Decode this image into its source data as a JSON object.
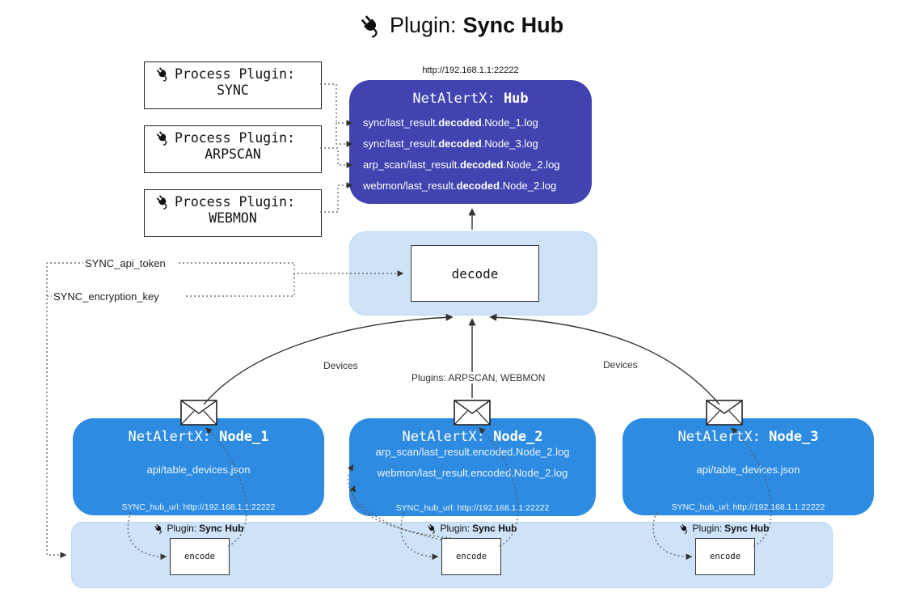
{
  "title": {
    "prefix": "Plugin:",
    "name": "Sync Hub"
  },
  "process_plugins": [
    {
      "label": "Process Plugin:",
      "name": "SYNC"
    },
    {
      "label": "Process Plugin:",
      "name": "ARPSCAN"
    },
    {
      "label": "Process Plugin:",
      "name": "WEBMON"
    }
  ],
  "hub": {
    "url": "http://192.168.1.1:22222",
    "title_prefix": "NetAlertX:",
    "title_name": "Hub",
    "lines": [
      {
        "pre": "sync/last_result.",
        "bold": "decoded",
        "post": ".Node_1.log"
      },
      {
        "pre": "sync/last_result.",
        "bold": "decoded",
        "post": ".Node_3.log"
      },
      {
        "pre": "arp_scan/last_result.",
        "bold": "decoded",
        "post": ".Node_2.log"
      },
      {
        "pre": "webmon/last_result.",
        "bold": "decoded",
        "post": ".Node_2.log"
      }
    ]
  },
  "decode_label": "decode",
  "keys": [
    {
      "label": "SYNC_api_token"
    },
    {
      "label": "SYNC_encryption_key"
    }
  ],
  "edge_labels": {
    "left": "Devices",
    "center": "Plugins: ARPSCAN, WEBMON",
    "right": "Devices"
  },
  "nodes": [
    {
      "title_prefix": "NetAlertX:",
      "title_name": "Node_1",
      "lines": [
        "api/table_devices.json"
      ],
      "footer": "SYNC_hub_url: http://192.168.1.1:22222"
    },
    {
      "title_prefix": "NetAlertX:",
      "title_name": "Node_2",
      "lines": [
        "arp_scan/last_result.encoded.Node_2.log",
        "webmon/last_result.encoded.Node_2.log"
      ],
      "footer": "SYNC_hub_url: http://192.168.1.1:22222"
    },
    {
      "title_prefix": "NetAlertX:",
      "title_name": "Node_3",
      "lines": [
        "api/table_devices.json"
      ],
      "footer": "SYNC_hub_url: http://192.168.1.1:22222"
    }
  ],
  "encode_groups": [
    {
      "plugin_prefix": "Plugin:",
      "plugin_name": "Sync Hub",
      "box_label": "encode"
    },
    {
      "plugin_prefix": "Plugin:",
      "plugin_name": "Sync Hub",
      "box_label": "encode"
    },
    {
      "plugin_prefix": "Plugin:",
      "plugin_name": "Sync Hub",
      "box_label": "encode"
    }
  ],
  "colors": {
    "hub_fill": "#4144b0",
    "node_fill": "#2d8ce2",
    "container_fill": "#cfe3f8",
    "text_on_dark": "#ffffff"
  }
}
